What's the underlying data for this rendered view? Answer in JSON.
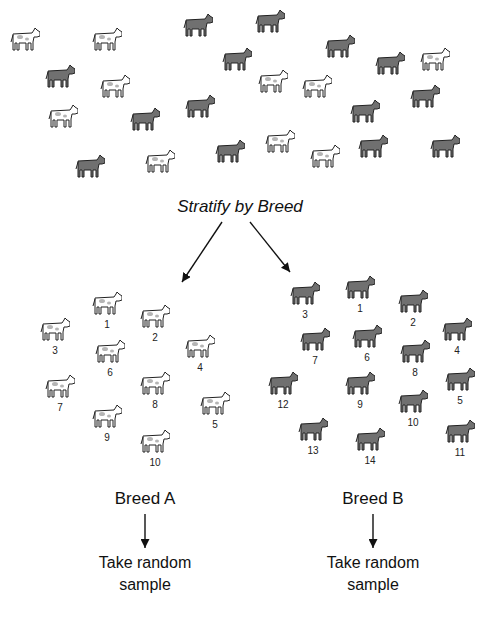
{
  "diagram": {
    "nodes": [
      {
        "text": [
          "Stratify by Breed"
        ]
      },
      {
        "text": [
          "Breed A"
        ]
      },
      {
        "text": [
          "Breed B"
        ]
      },
      {
        "text": [
          "Take random sample"
        ]
      },
      {
        "text": [
          "Take random sample"
        ]
      }
    ],
    "edges": [
      {
        "from": 0,
        "to": 1,
        "arrow": "to"
      },
      {
        "from": 0,
        "to": 2,
        "arrow": "to"
      },
      {
        "from": 1,
        "to": 3,
        "arrow": "to"
      },
      {
        "from": 2,
        "to": 4,
        "arrow": "to"
      }
    ],
    "labels": [
      "1",
      "2",
      "3",
      "6",
      "4",
      "7",
      "8",
      "5",
      "9",
      "10",
      "3",
      "1",
      "2",
      "4",
      "7",
      "6",
      "8",
      "5",
      "12",
      "9",
      "10",
      "11",
      "13",
      "14"
    ]
  }
}
